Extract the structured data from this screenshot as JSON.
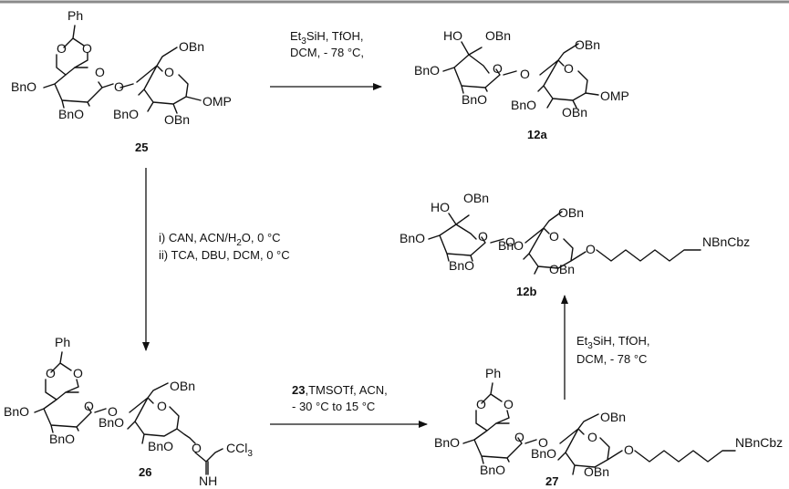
{
  "header": {
    "rule_color": "#8a8a8a"
  },
  "compounds": {
    "c25": {
      "id": "25",
      "labels": {
        "ph": "Ph",
        "bno_left": "BnO",
        "bno_mid": "BnO",
        "bn_o": "BnO",
        "obn_top": "OBn",
        "omp": "OMP",
        "obn_bottom": "OBn"
      }
    },
    "c12a": {
      "id": "12a",
      "labels": {
        "ho": "HO",
        "obn_gal": "OBn",
        "bno_left": "BnO",
        "bno_mid": "BnO",
        "bn_o": "BnO",
        "obn_top": "OBn",
        "omp": "OMP",
        "obn_bottom": "OBn"
      }
    },
    "c12b": {
      "id": "12b",
      "labels": {
        "ho": "HO",
        "obn_gal": "OBn",
        "bno_left": "BnO",
        "bno_mid": "BnO",
        "bn_o": "BnO",
        "obn_top": "OBn",
        "o_link": "O",
        "obn_bottom": "OBn",
        "nbncbz": "NBnCbz"
      }
    },
    "c26": {
      "id": "26",
      "labels": {
        "ph": "Ph",
        "bno_left": "BnO",
        "bno_mid": "BnO",
        "bn_o": "BnO",
        "obn_top": "OBn",
        "o_link": "O",
        "ccl3": "CCl",
        "ccl3_sub": "3",
        "nh": "NH",
        "bno_bottom": "BnO"
      }
    },
    "c27": {
      "id": "27",
      "labels": {
        "ph": "Ph",
        "bno_left": "BnO",
        "bno_mid": "BnO",
        "bn_o": "BnO",
        "obn_top": "OBn",
        "o_link": "O",
        "obn_bottom": "OBn",
        "nbncbz": "NBnCbz"
      }
    }
  },
  "conditions": {
    "step_25_to_12a": {
      "line1_pre": "Et",
      "line1_sub": "3",
      "line1_post": "SiH, TfOH,",
      "line2": "DCM, - 78 °C,"
    },
    "step_25_to_26": {
      "line1": "i) CAN, ACN/H",
      "line1_sub": "2",
      "line1_post": "O, 0 °C",
      "line2": "ii) TCA, DBU, DCM, 0 °C"
    },
    "step_26_to_27": {
      "line1_bold": "23",
      "line1_rest": ",TMSOTf, ACN,",
      "line2": "- 30 °C to 15 °C"
    },
    "step_27_to_12b": {
      "line1_pre": "Et",
      "line1_sub": "3",
      "line1_post": "SiH, TfOH,",
      "line2": "DCM, - 78 °C"
    }
  }
}
